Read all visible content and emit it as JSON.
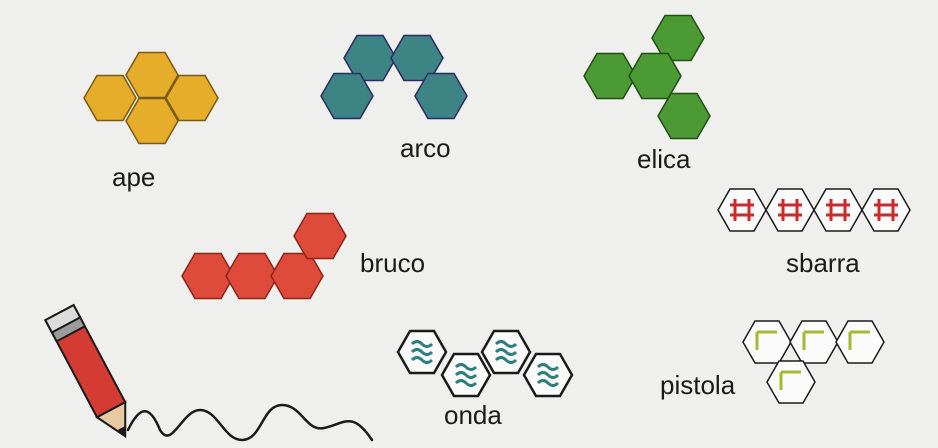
{
  "colors": {
    "background": "#efefed",
    "ape": "#e6ad2a",
    "arco": "#3d8585",
    "elica": "#4c9a33",
    "bruco": "#df4b3b",
    "pattern_sbarra": "#cc2a2a",
    "pattern_onda": "#2d7e7e",
    "pattern_pistola": "#a7b92f",
    "pencil": "#d43b33"
  },
  "shapes": [
    {
      "id": "ape",
      "label": "ape",
      "fill": "solid"
    },
    {
      "id": "arco",
      "label": "arco",
      "fill": "solid"
    },
    {
      "id": "elica",
      "label": "elica",
      "fill": "solid"
    },
    {
      "id": "sbarra",
      "label": "sbarra",
      "fill": "hash-pattern"
    },
    {
      "id": "bruco",
      "label": "bruco",
      "fill": "solid"
    },
    {
      "id": "onda",
      "label": "onda",
      "fill": "wave-pattern"
    },
    {
      "id": "pistola",
      "label": "pistola",
      "fill": "corner-pattern"
    }
  ],
  "icons": {
    "pencil": "pencil-icon",
    "scribble": "wavy-line"
  }
}
